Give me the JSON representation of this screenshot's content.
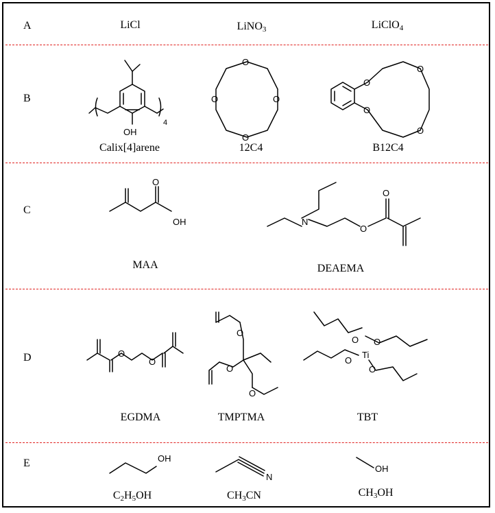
{
  "rows": [
    {
      "label": "A"
    },
    {
      "label": "B"
    },
    {
      "label": "C"
    },
    {
      "label": "D"
    },
    {
      "label": "E"
    }
  ],
  "salts": {
    "licl": "LiCl",
    "lino3": {
      "pre": "LiNO",
      "sub": "3"
    },
    "liclo4": {
      "pre": "LiClO",
      "sub": "4"
    }
  },
  "templates": {
    "calix": "Calix[4]arene",
    "c12c4": "12C4",
    "b12c4": "B12C4",
    "calix_oh": "OH",
    "calix_n": "4"
  },
  "monomers": {
    "maa": "MAA",
    "deaema": "DEAEMA",
    "maa_oh": "OH",
    "maa_o": "O",
    "deaema_n": "N",
    "deaema_o1": "O",
    "deaema_o2": "O"
  },
  "crosslinkers": {
    "egdma": "EGDMA",
    "tmptma": "TMPTMA",
    "tbt": "TBT",
    "ti": "Ti",
    "o": "O"
  },
  "solvents": {
    "ethanol": {
      "a": "C",
      "as": "2",
      "b": "H",
      "bs": "5",
      "c": "OH"
    },
    "acetonitrile": {
      "a": "CH",
      "as": "3",
      "c": "CN"
    },
    "methanol": {
      "a": "CH",
      "as": "3",
      "c": "OH"
    },
    "oh": "OH",
    "n": "N"
  }
}
